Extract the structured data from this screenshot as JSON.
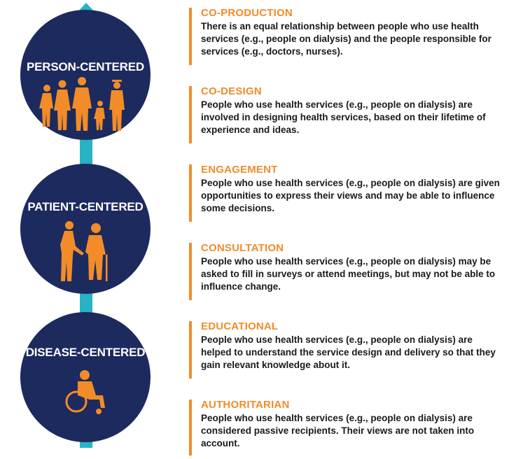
{
  "colors": {
    "navy": "#1d2a5e",
    "orange": "#f28c28",
    "teal": "#27b3c4"
  },
  "circles": [
    {
      "label": "PERSON-CENTERED",
      "icon": "group-of-people-icon"
    },
    {
      "label": "PATIENT-CENTERED",
      "icon": "person-helping-elderly-icon"
    },
    {
      "label": "DISEASE-CENTERED",
      "icon": "wheelchair-user-icon"
    }
  ],
  "stages": [
    {
      "title": "CO-PRODUCTION",
      "desc": "There is an equal relationship between people who use health services (e.g., people on dialysis) and the people responsible for services (e.g., doctors, nurses)."
    },
    {
      "title": "CO-DESIGN",
      "desc": "People who use health services (e.g., people on dialysis) are involved in designing health services, based on their lifetime of experience and ideas."
    },
    {
      "title": "ENGAGEMENT",
      "desc": "People who use health services (e.g., people on dialysis) are given opportunities to express their views and may be able to influence some decisions."
    },
    {
      "title": "CONSULTATION",
      "desc": "People who use health services (e.g., people on dialysis) may be asked to fill in surveys or attend meetings, but may not be able to influence change."
    },
    {
      "title": "EDUCATIONAL",
      "desc": "People who use health services (e.g., people on dialysis) are helped to understand the service design and delivery so that they gain relevant knowledge about it."
    },
    {
      "title": "AUTHORITARIAN",
      "desc": "People who use health services (e.g., people on dialysis) are considered passive recipients. Their views are not taken into account."
    }
  ]
}
